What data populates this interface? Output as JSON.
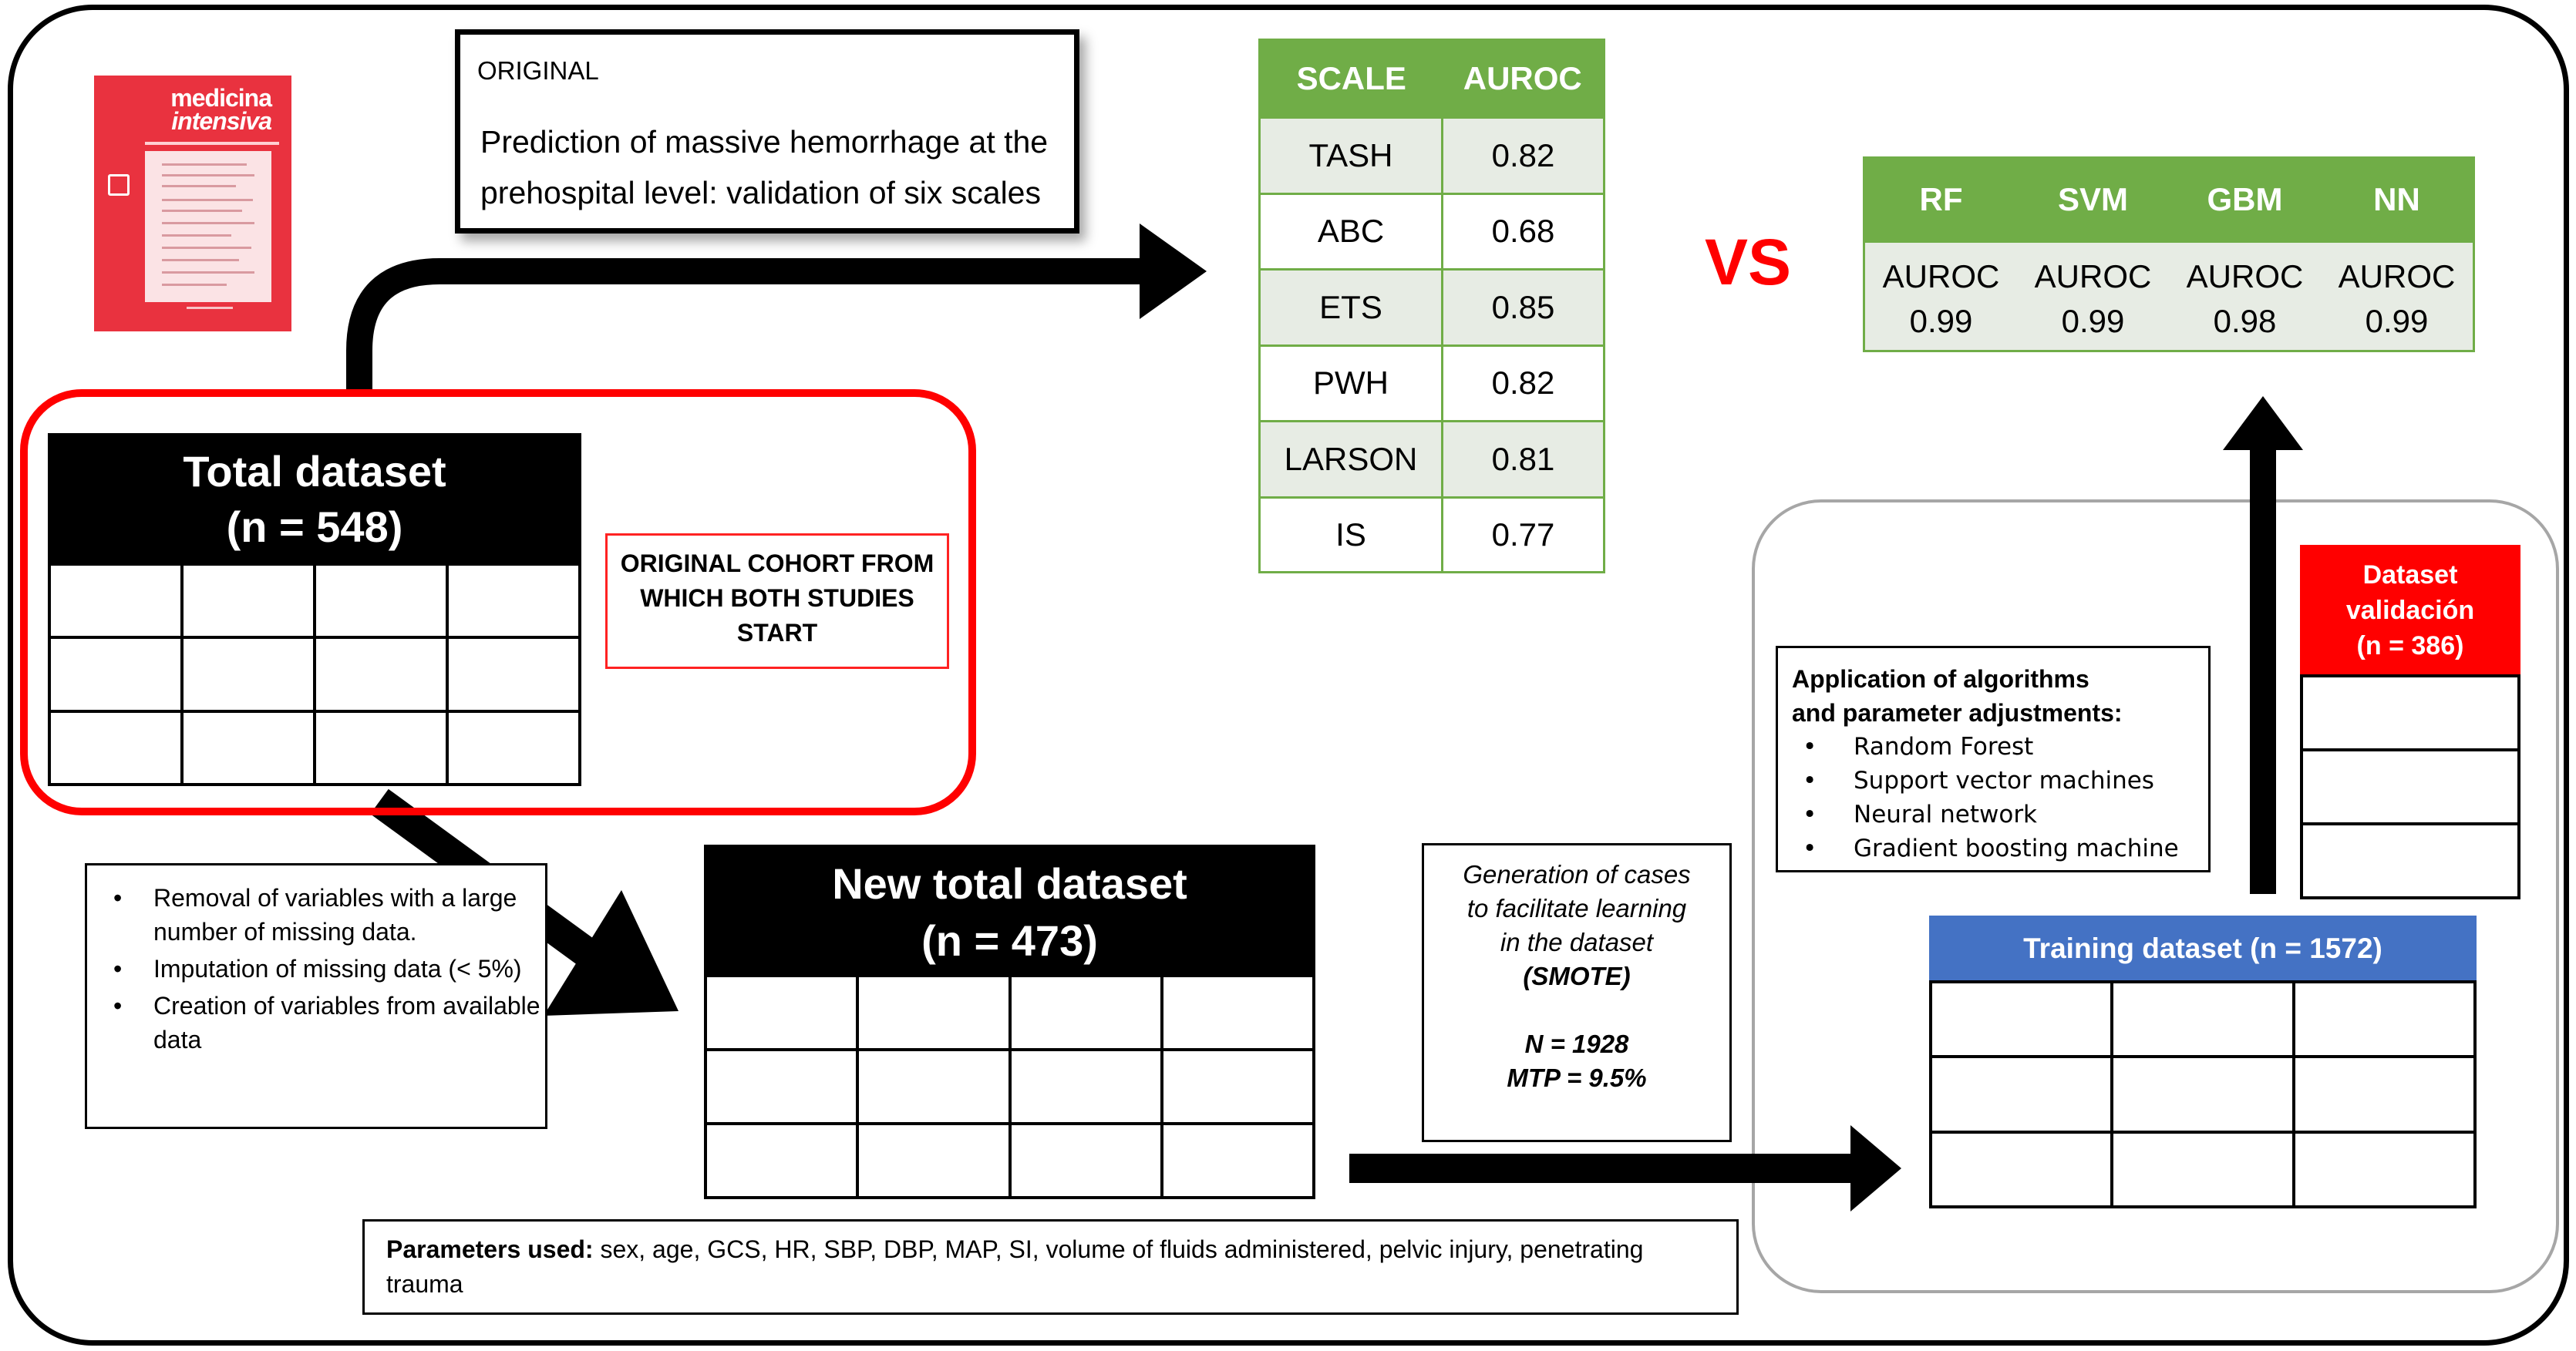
{
  "colors": {
    "cohort_border": "#ff0000",
    "table_green": "#70ad47",
    "training_blue": "#4472c4",
    "validation_red": "#ff0000",
    "cover_red": "#e9323f",
    "vs_red": "#ff0000"
  },
  "journal_cover": {
    "title_line1": "medicina",
    "title_line2": "intensiva"
  },
  "original": {
    "tag": "ORIGINAL",
    "title": "Prediction of massive hemorrhage at the prehospital level: validation of six scales"
  },
  "total_dataset": {
    "title": "Total dataset",
    "n": "(n = 548)"
  },
  "cohort_label": "ORIGINAL COHORT FROM WHICH BOTH STUDIES START",
  "preprocessing_steps": [
    "Removal of variables with a large number of missing data.",
    "Imputation of missing data (< 5%)",
    "Creation of variables from available data"
  ],
  "new_total_dataset": {
    "title": "New total dataset",
    "n": "(n = 473)"
  },
  "parameters": {
    "label": "Parameters used:",
    "text": " sex, age, GCS, HR, SBP, DBP, MAP, SI, volume of fluids administered, pelvic injury, penetrating trauma"
  },
  "smote": {
    "text": "Generation of cases to facilitate learning in the dataset",
    "method": "(SMOTE)",
    "n": "N = 1928",
    "mtp": "MTP = 9.5%"
  },
  "training_dataset": {
    "title": "Training dataset (n = 1572)"
  },
  "validation_dataset": {
    "line1": "Dataset",
    "line2": "validación",
    "n": "(n = 386)"
  },
  "algorithms": {
    "title_line1": "Application of algorithms",
    "title_line2": "and parameter adjustments:",
    "items": [
      "Random Forest",
      "Support vector machines",
      "Neural network",
      "Gradient boosting machine"
    ]
  },
  "scales_table": {
    "headers": [
      "SCALE",
      "AUROC"
    ],
    "rows": [
      [
        "TASH",
        "0.82"
      ],
      [
        "ABC",
        "0.68"
      ],
      [
        "ETS",
        "0.85"
      ],
      [
        "PWH",
        "0.82"
      ],
      [
        "LARSON",
        "0.81"
      ],
      [
        "IS",
        "0.77"
      ]
    ]
  },
  "vs_label": "VS",
  "ml_table": {
    "headers": [
      "RF",
      "SVM",
      "GBM",
      "NN"
    ],
    "metric_label": "AUROC",
    "values": [
      "0.99",
      "0.99",
      "0.98",
      "0.99"
    ]
  }
}
